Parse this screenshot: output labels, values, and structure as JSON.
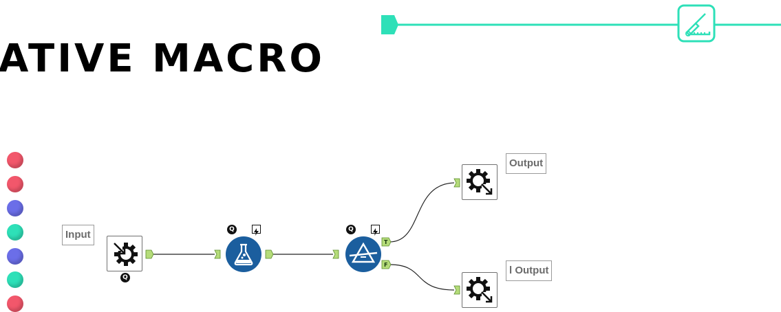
{
  "slide": {
    "title": "ATIVE MACRO"
  },
  "canvas": {
    "tools": [
      {
        "id": "macro-input",
        "label": "Input",
        "icon": "macro-input-icon",
        "badge": "Q"
      },
      {
        "id": "formula",
        "icon": "formula-flask-icon",
        "badges": [
          "Q",
          "lightning"
        ]
      },
      {
        "id": "filter",
        "icon": "filter-icon",
        "badges": [
          "Q",
          "lightning"
        ],
        "anchors": [
          "T",
          "F"
        ]
      },
      {
        "id": "macro-output-true",
        "label": "Output",
        "icon": "macro-output-icon"
      },
      {
        "id": "macro-output-false",
        "label": "l Output",
        "icon": "macro-output-icon"
      }
    ],
    "badge_q": "Q",
    "anchor_true": "T",
    "anchor_false": "F"
  },
  "colors": {
    "teal": "#2ee0b8",
    "red": "#f2576b",
    "blue": "#6b6ee8",
    "tool_blue": "#1b5e9e",
    "anchor_green": "#b5dc7a"
  },
  "side_dots": [
    "red",
    "red",
    "blue",
    "teal",
    "blue",
    "teal",
    "red"
  ]
}
